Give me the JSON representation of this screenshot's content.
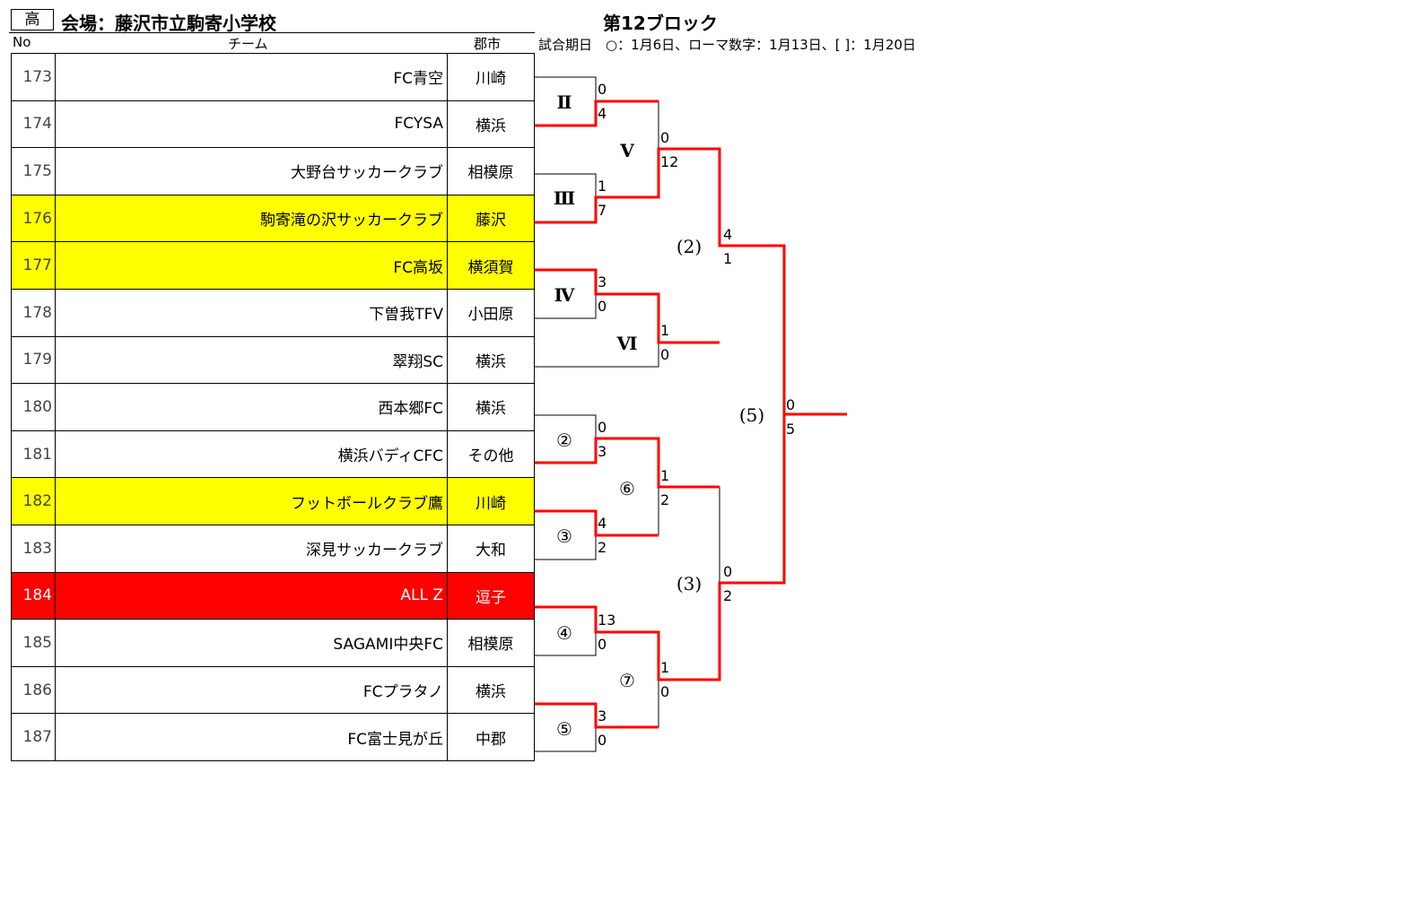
{
  "header": {
    "level_badge": "高",
    "venue": "会場：藤沢市立駒寄小学校",
    "block_title": "第12ブロック",
    "col_no": "No",
    "col_team": "チーム",
    "col_city": "郡市",
    "schedule_note": "試合期日　○：1月6日、ローマ数字：1月13日、[ ]：1月20日"
  },
  "teams": [
    {
      "no": "173",
      "name": "FC青空",
      "city": "川崎",
      "highlight": ""
    },
    {
      "no": "174",
      "name": "FCYSA",
      "city": "横浜",
      "highlight": ""
    },
    {
      "no": "175",
      "name": "大野台サッカークラブ",
      "city": "相模原",
      "highlight": ""
    },
    {
      "no": "176",
      "name": "駒寄滝の沢サッカークラブ",
      "city": "藤沢",
      "highlight": "yellow"
    },
    {
      "no": "177",
      "name": "FC高坂",
      "city": "横須賀",
      "highlight": "yellow"
    },
    {
      "no": "178",
      "name": "下曽我TFV",
      "city": "小田原",
      "highlight": ""
    },
    {
      "no": "179",
      "name": "翠翔SC",
      "city": "横浜",
      "highlight": ""
    },
    {
      "no": "180",
      "name": "西本郷FC",
      "city": "横浜",
      "highlight": ""
    },
    {
      "no": "181",
      "name": "横浜バディCFC",
      "city": "その他",
      "highlight": ""
    },
    {
      "no": "182",
      "name": "フットボールクラブ鷹",
      "city": "川崎",
      "highlight": "yellow"
    },
    {
      "no": "183",
      "name": "深見サッカークラブ",
      "city": "大和",
      "highlight": ""
    },
    {
      "no": "184",
      "name": "ALL Z",
      "city": "逗子",
      "highlight": "red"
    },
    {
      "no": "185",
      "name": "SAGAMI中央FC",
      "city": "相模原",
      "highlight": ""
    },
    {
      "no": "186",
      "name": "FCプラタノ",
      "city": "横浜",
      "highlight": ""
    },
    {
      "no": "187",
      "name": "FC富士見が丘",
      "city": "中郡",
      "highlight": ""
    }
  ],
  "bracket": {
    "matches": [
      {
        "id": "m-ii",
        "label": "Ⅱ",
        "scores": [
          "0",
          "4"
        ]
      },
      {
        "id": "m-iii",
        "label": "Ⅲ",
        "scores": [
          "1",
          "7"
        ]
      },
      {
        "id": "m-iv",
        "label": "Ⅳ",
        "scores": [
          "3",
          "0"
        ]
      },
      {
        "id": "m-v",
        "label": "Ⅴ",
        "scores": [
          "0",
          "12"
        ]
      },
      {
        "id": "m-vi",
        "label": "Ⅵ",
        "scores": [
          "1",
          "0"
        ]
      },
      {
        "id": "m-2",
        "label": "(2)",
        "scores": [
          "4",
          "1"
        ]
      },
      {
        "id": "m-c2",
        "label": "②",
        "scores": [
          "0",
          "3"
        ]
      },
      {
        "id": "m-c3",
        "label": "③",
        "scores": [
          "4",
          "2"
        ]
      },
      {
        "id": "m-c4",
        "label": "④",
        "scores": [
          "13",
          "0"
        ]
      },
      {
        "id": "m-c5",
        "label": "⑤",
        "scores": [
          "3",
          "0"
        ]
      },
      {
        "id": "m-c6",
        "label": "⑥",
        "scores": [
          "1",
          "2"
        ]
      },
      {
        "id": "m-c7",
        "label": "⑦",
        "scores": [
          "1",
          "0"
        ]
      },
      {
        "id": "m-3",
        "label": "(3)",
        "scores": [
          "0",
          "2"
        ]
      },
      {
        "id": "m-5",
        "label": "(5)",
        "scores": [
          "0",
          "5"
        ]
      }
    ]
  },
  "colors": {
    "winner_line": "#ff0000",
    "highlight_yellow": "#ffff00",
    "highlight_red": "#ff0000"
  }
}
